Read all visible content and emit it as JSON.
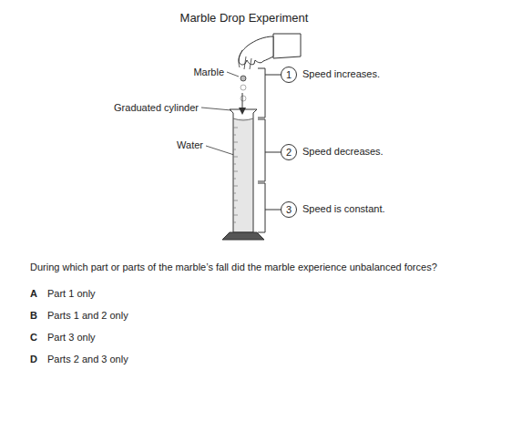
{
  "diagram": {
    "title": "Marble Drop Experiment",
    "nodes": [
      {
        "text": [
          "1"
        ]
      },
      {
        "text": [
          "2"
        ]
      },
      {
        "text": [
          "3"
        ]
      }
    ],
    "labels": [
      "Marble",
      "Graduated cylinder",
      "Water",
      "Speed increases.",
      "Speed decreases.",
      "Speed is constant.",
      "During which part or parts of the marble’s fall did the marble experience unbalanced forces?",
      "A",
      "Part 1 only",
      "B",
      "Parts 1 and 2 only",
      "C",
      "Part 3 only",
      "D",
      "Parts 2 and 3 only"
    ]
  }
}
